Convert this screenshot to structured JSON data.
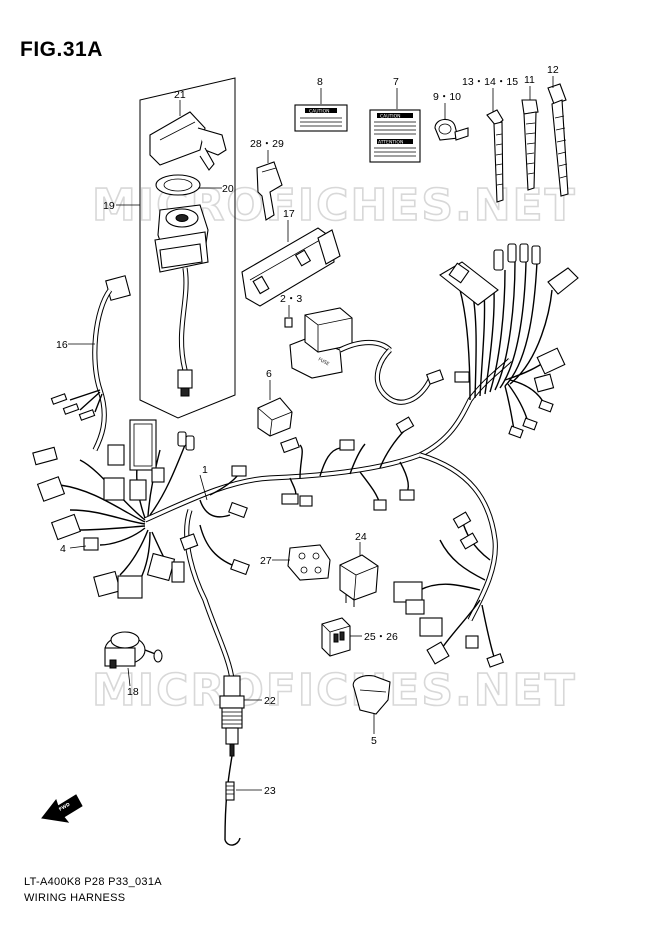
{
  "figure": {
    "title": "FIG.31A",
    "code": "LT-A400K8 P28 P33_031A",
    "name": "WIRING HARNESS"
  },
  "watermark": "MICROFICHES.NET",
  "callouts": [
    {
      "id": "c1",
      "text": "1"
    },
    {
      "id": "c2-3",
      "text": "2・3"
    },
    {
      "id": "c4",
      "text": "4"
    },
    {
      "id": "c5",
      "text": "5"
    },
    {
      "id": "c6",
      "text": "6"
    },
    {
      "id": "c7",
      "text": "7"
    },
    {
      "id": "c8",
      "text": "8"
    },
    {
      "id": "c9-10",
      "text": "9・10"
    },
    {
      "id": "c11",
      "text": "11"
    },
    {
      "id": "c12",
      "text": "12"
    },
    {
      "id": "c13-15",
      "text": "13・14・15"
    },
    {
      "id": "c16",
      "text": "16"
    },
    {
      "id": "c17",
      "text": "17"
    },
    {
      "id": "c18",
      "text": "18"
    },
    {
      "id": "c19",
      "text": "19"
    },
    {
      "id": "c20",
      "text": "20"
    },
    {
      "id": "c21",
      "text": "21"
    },
    {
      "id": "c22",
      "text": "22"
    },
    {
      "id": "c23",
      "text": "23"
    },
    {
      "id": "c24",
      "text": "24"
    },
    {
      "id": "c25-26",
      "text": "25・26"
    },
    {
      "id": "c27",
      "text": "27"
    },
    {
      "id": "c28-29",
      "text": "28・29"
    }
  ],
  "labels": {
    "caution_8": "CAUTION",
    "caution_7": "CAUTION",
    "attention_7": "ATTENTION",
    "fuse": "FUSE",
    "fwd": "FWD"
  },
  "colors": {
    "ink": "#000000",
    "paper": "#ffffff",
    "watermark": "#d8d8d8"
  }
}
